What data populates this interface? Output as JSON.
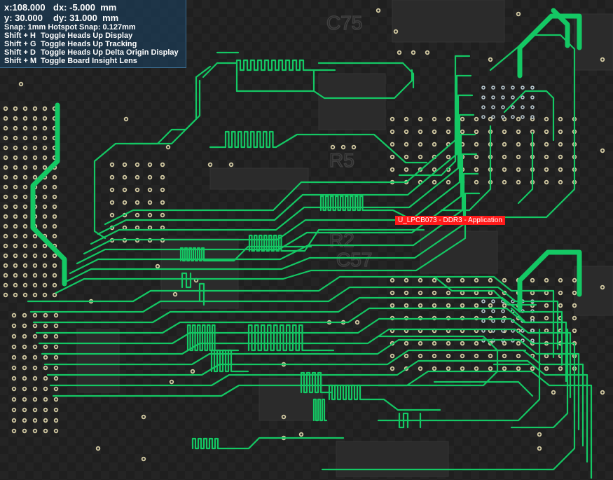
{
  "hud": {
    "x": "x:108.000",
    "dx": "dx: -5.000  mm",
    "y": "y: 30.000",
    "dy": "dy: 31.000  mm",
    "snap": "Snap: 1mm Hotspot Snap: 0.127mm",
    "shortcuts": [
      {
        "key": "Shift + H",
        "action": "Toggle Heads Up Display"
      },
      {
        "key": "Shift + G",
        "action": "Toggle Heads Up Tracking"
      },
      {
        "key": "Shift + D",
        "action": "Toggle Heads Up Delta Origin Display"
      },
      {
        "key": "Shift + M",
        "action": "Toggle Board Insight Lens"
      }
    ]
  },
  "component_tag": "U_LPCB073 - DDR3 - Application",
  "silkscreen": [
    "C75",
    "C57",
    "R5",
    "R2"
  ],
  "colors": {
    "board": "#1f1f1f",
    "trace": "#14c864",
    "via_ring": "#d8cfa6",
    "highlight_tag": "#ff1a1a",
    "hud_bg": "#1c3a52"
  }
}
